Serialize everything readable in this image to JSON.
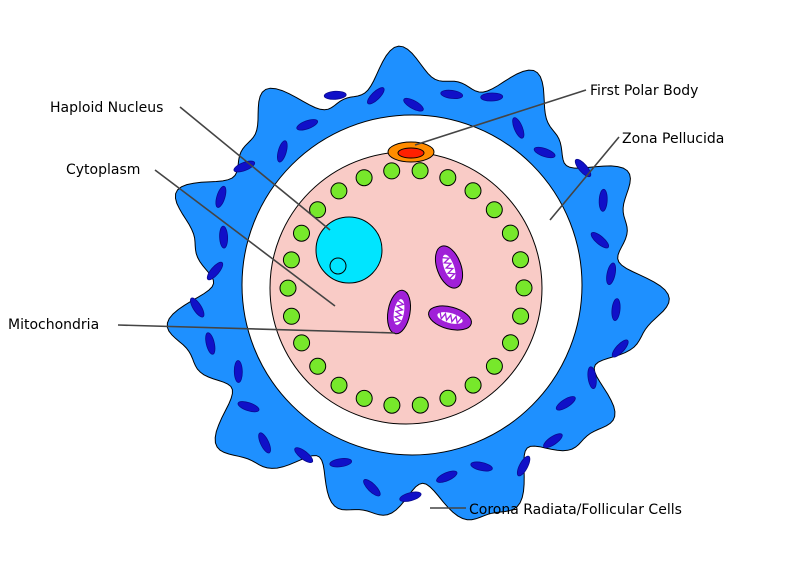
{
  "diagram": {
    "labels": {
      "haploid_nucleus": "Haploid Nucleus",
      "cytoplasm": "Cytoplasm",
      "mitochondria": "Mitochondria",
      "first_polar_body": "First Polar Body",
      "zona_pellucida": "Zona Pellucida",
      "corona_radiata": "Corona Radiata/Follicular Cells"
    },
    "colors": {
      "corona": "#1e90ff",
      "corona_nuclei": "#1010c8",
      "zona": "#ffffff",
      "cytoplasm": "#f9cbc6",
      "granules": "#77e82b",
      "nucleus": "#00e5ff",
      "mitochondria": "#a020d8",
      "polar_body_outer": "#ff8c00",
      "polar_body_inner": "#ff2000",
      "leader_lines": "#444444"
    },
    "cortical_granule_count": 26,
    "mitochondria_count": 3
  }
}
